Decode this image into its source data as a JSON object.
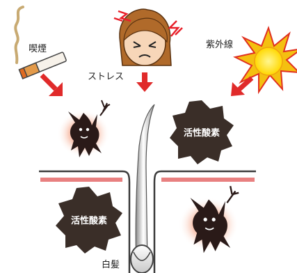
{
  "labels": {
    "smoking": "喫煙",
    "stress": "ストレス",
    "uv": "紫外線",
    "active_oxygen_1": "活性酸素",
    "active_oxygen_2": "活性酸素",
    "white_hair": "白髪"
  },
  "colors": {
    "arrow": "#e02a2a",
    "stress_marks": "#e8202a",
    "scalp_band": "#e88080",
    "skin_line": "#3a3a3a",
    "oxygen_badge": "#3a2e28",
    "devil": "#2a1a18",
    "devil_glow": "#f08060",
    "sun_core": "#ffe830",
    "sun_rays": "#f4c010",
    "sun_outline": "#e03020",
    "hair_face": "#f7d6b8",
    "hair": "#b06a2a",
    "cigarette_tip": "#e06a20"
  },
  "icons": [
    "cigarette-icon",
    "stressed-face-icon",
    "sun-icon",
    "devil-icon",
    "hair-follicle-icon"
  ]
}
